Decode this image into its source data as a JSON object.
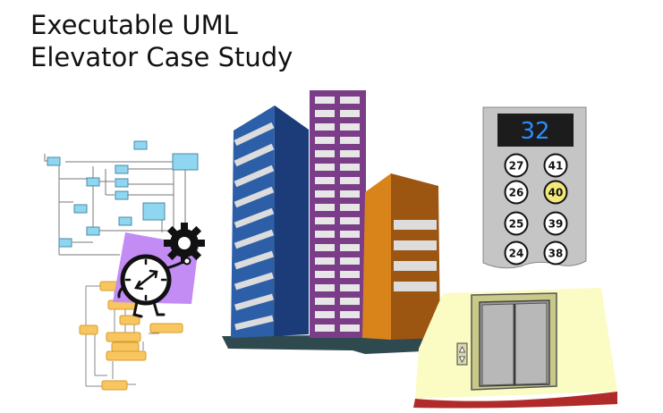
{
  "title": {
    "line1": "Executable UML",
    "line2": "Elevator Case Study"
  },
  "elevator_panel": {
    "display_floor": "32",
    "buttons": [
      {
        "label": "27",
        "lit": false
      },
      {
        "label": "41",
        "lit": false
      },
      {
        "label": "26",
        "lit": false
      },
      {
        "label": "40",
        "lit": true
      },
      {
        "label": "25",
        "lit": false
      },
      {
        "label": "39",
        "lit": false
      },
      {
        "label": "24",
        "lit": false
      },
      {
        "label": "38",
        "lit": false
      }
    ]
  },
  "icons": {
    "diagram": "class-diagram-icon",
    "statechart": "state-chart-icon",
    "clock": "clock-character-icon",
    "gear": "gear-icon",
    "buildings": "skyscrapers-icon",
    "doors": "elevator-doors-icon",
    "call": "call-button-icon"
  },
  "colors": {
    "lit_button": "#f3e97a",
    "display_bg": "#1c1c1c",
    "display_text": "#2a8cff",
    "diagram_box": "#8fd6f0",
    "state_box": "#f8c660",
    "purple_bg": "#c38cf5",
    "wall": "#fbfbc4",
    "floor": "#b02a2a"
  }
}
